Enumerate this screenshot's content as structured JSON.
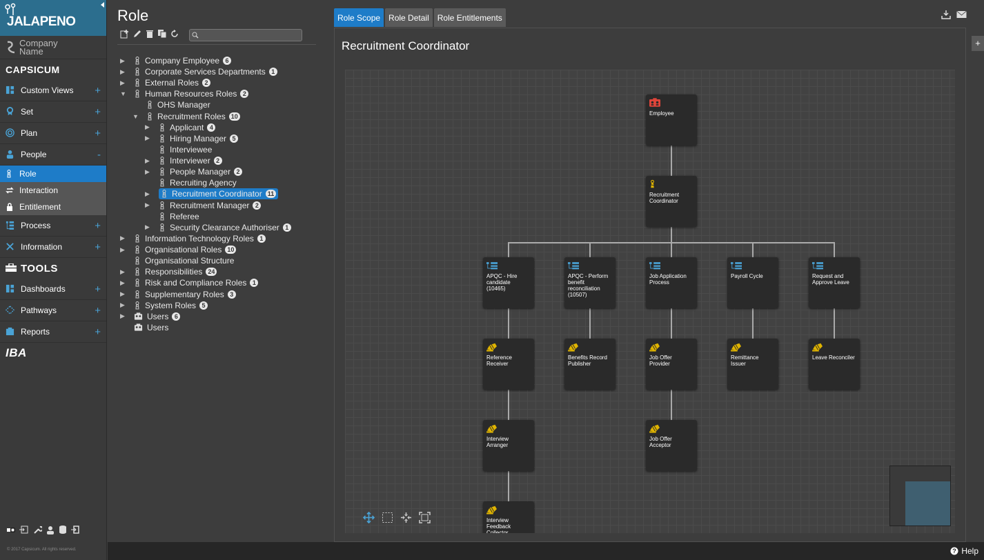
{
  "app": {
    "logo_text": "JALAPENO",
    "brand_company": "Company Name",
    "brand_capsicum": "CAPSICUM",
    "tools_title": "TOOLS",
    "brand_iba": "IBA",
    "copyright": "© 2017 Capsicum. All rights reserved.",
    "help_label": "Help"
  },
  "nav": {
    "items": [
      {
        "label": "Custom Views",
        "icon": "grid-icon",
        "expand": "+"
      },
      {
        "label": "Set",
        "icon": "badge-icon",
        "expand": "+"
      },
      {
        "label": "Plan",
        "icon": "target-icon",
        "expand": "+"
      },
      {
        "label": "People",
        "icon": "person-icon",
        "expand": "-"
      },
      {
        "label": "Process",
        "icon": "process-icon",
        "expand": "+"
      },
      {
        "label": "Information",
        "icon": "tools-icon",
        "expand": "+"
      },
      {
        "label": "Dashboards",
        "icon": "grid-icon",
        "expand": "+"
      },
      {
        "label": "Pathways",
        "icon": "pathways-icon",
        "expand": "+"
      },
      {
        "label": "Reports",
        "icon": "reports-icon",
        "expand": "+"
      }
    ],
    "people_sub": [
      {
        "label": "Role",
        "active": true
      },
      {
        "label": "Interaction",
        "active": false
      },
      {
        "label": "Entitlement",
        "active": false
      }
    ]
  },
  "tree": {
    "title": "Role",
    "search_placeholder": "",
    "rows": [
      {
        "label": "Company Employee",
        "badge": "6",
        "level": 0,
        "arrow": "right"
      },
      {
        "label": "Corporate Services Departments",
        "badge": "1",
        "level": 0,
        "arrow": "right"
      },
      {
        "label": "External Roles",
        "badge": "2",
        "level": 0,
        "arrow": "right"
      },
      {
        "label": "Human Resources Roles",
        "badge": "2",
        "level": 0,
        "arrow": "down"
      },
      {
        "label": "OHS Manager",
        "badge": "",
        "level": 1,
        "arrow": ""
      },
      {
        "label": "Recruitment Roles",
        "badge": "10",
        "level": 1,
        "arrow": "down"
      },
      {
        "label": "Applicant",
        "badge": "4",
        "level": 2,
        "arrow": "right"
      },
      {
        "label": "Hiring Manager",
        "badge": "5",
        "level": 2,
        "arrow": "right"
      },
      {
        "label": "Interviewee",
        "badge": "",
        "level": 2,
        "arrow": ""
      },
      {
        "label": "Interviewer",
        "badge": "2",
        "level": 2,
        "arrow": "right"
      },
      {
        "label": "People Manager",
        "badge": "2",
        "level": 2,
        "arrow": "right"
      },
      {
        "label": "Recruiting Agency",
        "badge": "",
        "level": 2,
        "arrow": ""
      },
      {
        "label": "Recruitment Coordinator",
        "badge": "11",
        "level": 2,
        "arrow": "right",
        "selected": true
      },
      {
        "label": "Recruitment Manager",
        "badge": "2",
        "level": 2,
        "arrow": "right"
      },
      {
        "label": "Referee",
        "badge": "",
        "level": 2,
        "arrow": ""
      },
      {
        "label": "Security Clearance Authoriser",
        "badge": "1",
        "level": 2,
        "arrow": "right"
      },
      {
        "label": "Information Technology Roles",
        "badge": "1",
        "level": 0,
        "arrow": "right"
      },
      {
        "label": "Organisational Roles",
        "badge": "10",
        "level": 0,
        "arrow": "right"
      },
      {
        "label": "Organisational Structure",
        "badge": "",
        "level": 0,
        "arrow": ""
      },
      {
        "label": "Responsibilities",
        "badge": "24",
        "level": 0,
        "arrow": "right"
      },
      {
        "label": "Risk and Compliance Roles",
        "badge": "1",
        "level": 0,
        "arrow": "right"
      },
      {
        "label": "Supplementary Roles",
        "badge": "3",
        "level": 0,
        "arrow": "right"
      },
      {
        "label": "System Roles",
        "badge": "5",
        "level": 0,
        "arrow": "right"
      },
      {
        "label": "Users",
        "badge": "6",
        "level": 0,
        "arrow": "right",
        "icon": "users-icon"
      },
      {
        "label": "Users",
        "badge": "",
        "level": 0,
        "arrow": "",
        "icon": "users-icon"
      }
    ]
  },
  "tabs": [
    "Role Scope",
    "Role Detail",
    "Role Entitlements"
  ],
  "main": {
    "title": "Recruitment Coordinator"
  },
  "diagram": {
    "nodes": [
      {
        "id": "employee",
        "label": "Employee",
        "icon": "employee-icon"
      },
      {
        "id": "rc",
        "label": "Recruitment Coordinator",
        "icon": "role-icon"
      },
      {
        "id": "p1",
        "label": "APQC - Hire candidate (10465)",
        "icon": "process-icon"
      },
      {
        "id": "p2",
        "label": "APQC - Perform benefit reconciliation (10507)",
        "icon": "process-icon"
      },
      {
        "id": "p3",
        "label": "Job Application Process",
        "icon": "process-icon"
      },
      {
        "id": "p4",
        "label": "Payroll Cycle",
        "icon": "process-icon"
      },
      {
        "id": "p5",
        "label": "Request and Approve Leave",
        "icon": "process-icon"
      },
      {
        "id": "r1",
        "label": "Reference Receiver",
        "icon": "responsibility-icon"
      },
      {
        "id": "r2",
        "label": "Benefits Record Publisher",
        "icon": "responsibility-icon"
      },
      {
        "id": "r3",
        "label": "Job Offer Provider",
        "icon": "responsibility-icon"
      },
      {
        "id": "r4",
        "label": "Remittance Issuer",
        "icon": "responsibility-icon"
      },
      {
        "id": "r5",
        "label": "Leave Reconciler",
        "icon": "responsibility-icon"
      },
      {
        "id": "r6",
        "label": "Interview Arranger",
        "icon": "responsibility-icon"
      },
      {
        "id": "r7",
        "label": "Job Offer Acceptor",
        "icon": "responsibility-icon"
      },
      {
        "id": "r8",
        "label": "Interview Feedback Collector",
        "icon": "responsibility-icon"
      }
    ]
  },
  "colors": {
    "accent": "#1e7cc8",
    "header": "#2c6e8e",
    "role_icon": "#e0b400",
    "employee_icon": "#e0453a",
    "process_icon": "#4aa3d6"
  }
}
